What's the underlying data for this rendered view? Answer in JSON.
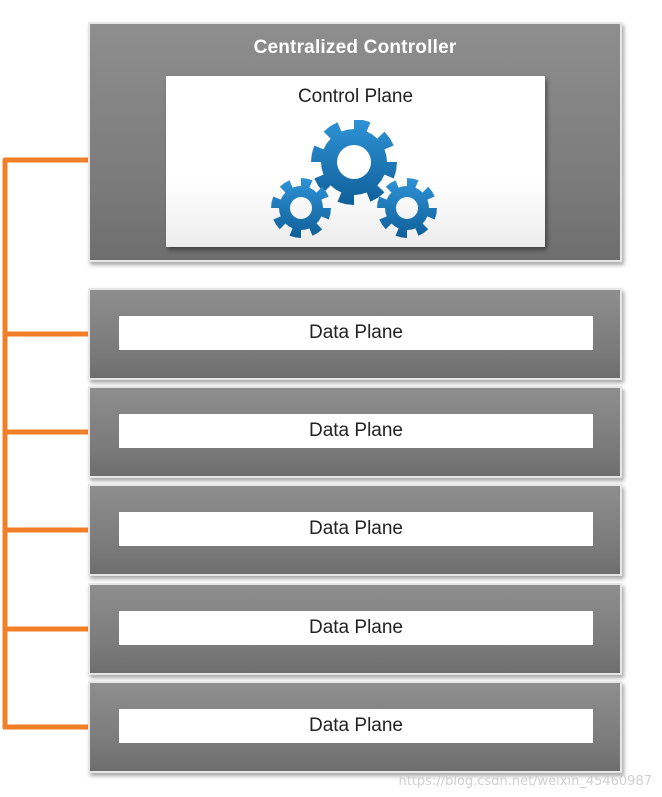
{
  "controller": {
    "title": "Centralized Controller",
    "control_plane_label": "Control Plane"
  },
  "data_planes": [
    {
      "label": "Data Plane"
    },
    {
      "label": "Data Plane"
    },
    {
      "label": "Data Plane"
    },
    {
      "label": "Data Plane"
    },
    {
      "label": "Data Plane"
    }
  ],
  "colors": {
    "arrow": "#f07f27",
    "gear": "#1677b8",
    "box": "#808080"
  },
  "watermark": "https://blog.csdn.net/weixin_45460987"
}
